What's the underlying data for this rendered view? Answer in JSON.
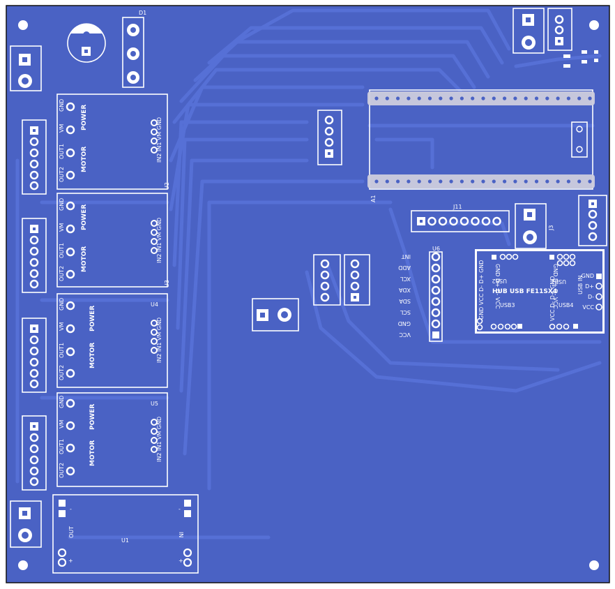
{
  "colors": {
    "board": "#4a62c4",
    "trace": "#5872d8",
    "silk": "#ffffff",
    "hole": "#ffffff",
    "frame": "#111111"
  },
  "refs": {
    "d1": "D1",
    "u1": "U1",
    "u2": "U2",
    "u3": "U3",
    "u4": "U4",
    "u5": "U5",
    "u6": "U6",
    "a1": "A1",
    "j11": "J11",
    "j3": "J3"
  },
  "driver": {
    "power": "POWER",
    "motor": "MOTOR",
    "gnd": "GND",
    "vm": "VM",
    "out1": "OUT1",
    "out2": "OUT2",
    "in_header": "IN2 IN1 VM GND"
  },
  "u1": {
    "out": "OUT",
    "in": "IN",
    "minus": "-",
    "plus": "+"
  },
  "u6_pins": [
    "INT",
    "ADD",
    "XCL",
    "XDA",
    "SDA",
    "SCL",
    "GND",
    "VCC"
  ],
  "hub": {
    "title": "HUB USB FE11SX4",
    "usb1": "USB1",
    "usb2": "USB2",
    "usb3": "USB3",
    "usb4": "USB4",
    "usb_in": "USB IN",
    "usb2_pins": "GND D+ D- VCC",
    "usb1_pins": "GND D+ D- VCC",
    "usb3_pins": "GND VCC D- D+ GND",
    "usb4_pins": "VCC D- D+ GND",
    "right_pins": [
      "GND",
      "D+",
      "D-",
      "VCC"
    ]
  }
}
